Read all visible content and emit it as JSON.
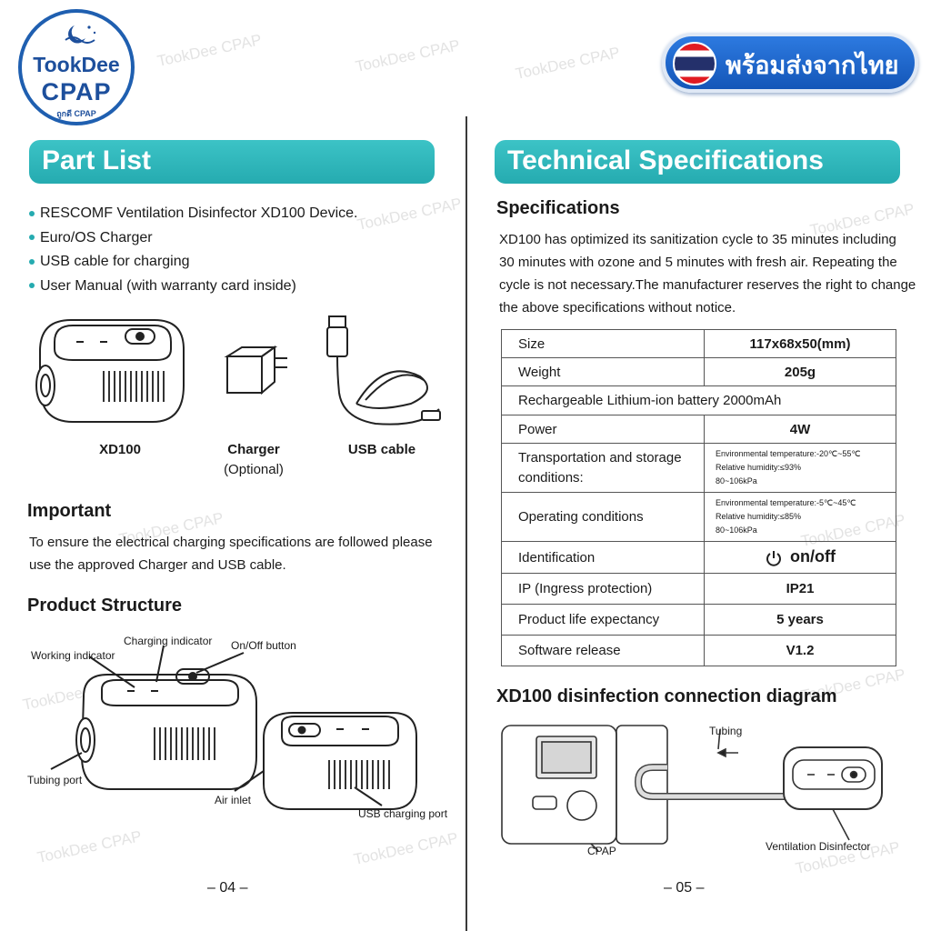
{
  "logo": {
    "line1": "TookDee",
    "line2": "CPAP",
    "line3": "ถูกดี CPAP"
  },
  "badge": {
    "text": "พร้อมส่งจากไทย"
  },
  "watermark": "TookDee CPAP",
  "left": {
    "header": "Part List",
    "parts": [
      "RESCOMF Ventilation Disinfector XD100 Device.",
      "Euro/OS Charger",
      "USB cable for charging",
      "User Manual (with warranty card inside)"
    ],
    "captions": {
      "xd100": "XD100",
      "charger": "Charger",
      "charger_sub": "(Optional)",
      "usb": "USB cable"
    },
    "important": {
      "title": "Important",
      "line1": "To ensure the electrical charging specifications are followed please",
      "line2": "use the approved Charger and USB cable."
    },
    "structure": {
      "title": "Product Structure",
      "labels": {
        "working": "Working indicator",
        "charging": "Charging indicator",
        "onoff": "On/Off button",
        "tubing": "Tubing port",
        "air": "Air inlet",
        "usb_port": "USB charging port"
      }
    },
    "page": "– 04 –"
  },
  "right": {
    "header": "Technical Specifications",
    "spec_title": "Specifications",
    "spec_lines": [
      "XD100 has optimized its sanitization cycle to 35 minutes including",
      "30 minutes with ozone and 5 minutes with fresh air. Repeating the",
      "cycle is not necessary.The manufacturer reserves the right to change",
      "the above specifications without notice."
    ],
    "table": {
      "size": {
        "k": "Size",
        "v": "117x68x50(mm)"
      },
      "weight": {
        "k": "Weight",
        "v": "205g"
      },
      "battery": "Rechargeable Lithium-ion battery 2000mAh",
      "power": {
        "k": "Power",
        "v": "4W"
      },
      "transport": {
        "k": "Transportation and storage conditions:",
        "env1": "Environmental temperature:-20℃~55℃",
        "env2": "Relative humidity:≤93%",
        "env3": "80~106kPa"
      },
      "operating": {
        "k": "Operating conditions",
        "env1": "Environmental temperature:-5℃~45℃",
        "env2": "Relative humidity:≤85%",
        "env3": "80~106kPa"
      },
      "ident": {
        "k": "Identification",
        "v": "on/off"
      },
      "ip": {
        "k": "IP (Ingress protection)",
        "v": "IP21"
      },
      "life": {
        "k": "Product life expectancy",
        "v": "5 years"
      },
      "software": {
        "k": "Software release",
        "v": "V1.2"
      }
    },
    "diagram": {
      "title": "XD100 disinfection connection diagram",
      "tubing": "Tubing",
      "cpap": "CPAP",
      "vent": "Ventilation Disinfector"
    },
    "page": "– 05 –"
  }
}
